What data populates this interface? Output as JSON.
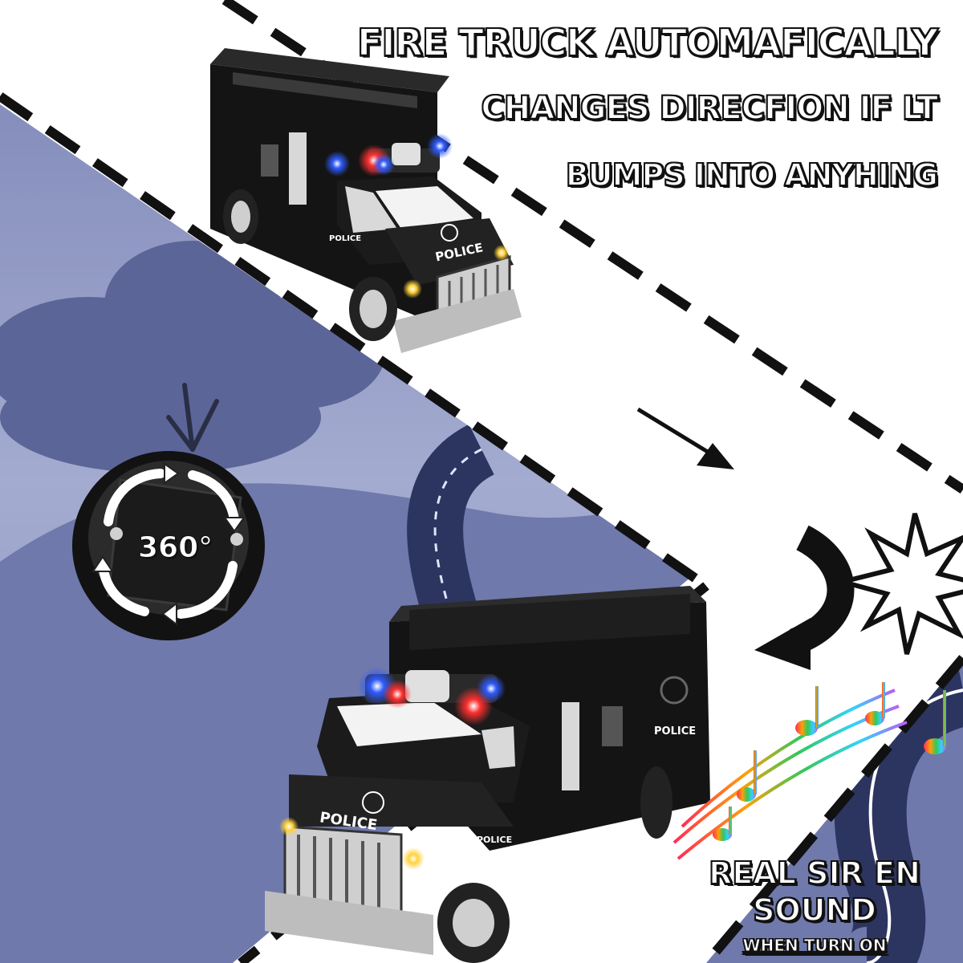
{
  "headline": {
    "line1": "FIRE TRUCK AUTOMAFICALLY",
    "line2": "CHANGES DIRECFION IF LT",
    "line3": "BUMPS INTO ANYHING"
  },
  "rotation": {
    "label": "360°"
  },
  "trucks": {
    "top": {
      "hood_label": "POLICE",
      "side_label": "POLICE"
    },
    "bottom": {
      "hood_label": "POLICE",
      "side_label": "POLICE",
      "rear_label": "POLICE"
    }
  },
  "siren": {
    "line1": "REAL SIR EN",
    "line2": "SOUND",
    "line3": "WHEN TURN ON"
  },
  "colors": {
    "sky": "#8e98c4",
    "road": "#ffffff",
    "truck_body": "#141414",
    "light_red": "#ff2a2a",
    "light_blue": "#2a56ff"
  }
}
